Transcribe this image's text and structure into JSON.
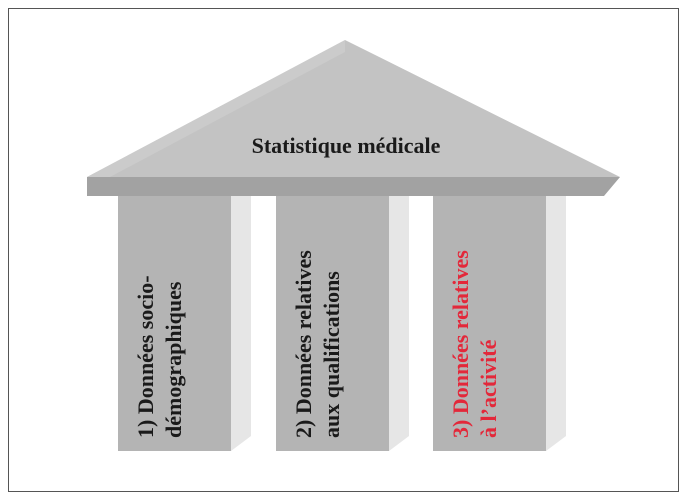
{
  "diagram": {
    "title": "Statistique médicale",
    "pillars": [
      {
        "line1": "1) Données socio-",
        "line2": "démographiques",
        "color": "#1a1a1a"
      },
      {
        "line1": "2) Données relatives",
        "line2": "aux qualifications",
        "color": "#1a1a1a"
      },
      {
        "line1": "3) Données relatives",
        "line2": "à l’activité",
        "color": "#e3283a"
      }
    ],
    "colors": {
      "roof_top": "#c2c2c2",
      "roof_front": "#a4a4a4",
      "pillar_front": "#b5b5b5",
      "pillar_side": "#e6e6e6",
      "accent": "#e3283a"
    }
  }
}
